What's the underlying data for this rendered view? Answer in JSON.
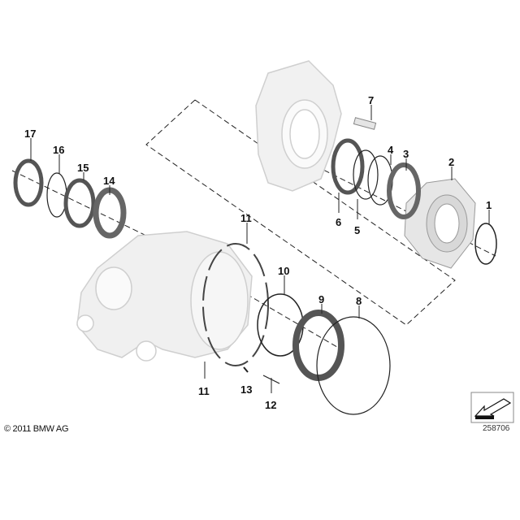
{
  "diagram": {
    "part_labels": [
      {
        "id": "17",
        "text": "17"
      },
      {
        "id": "16",
        "text": "16"
      },
      {
        "id": "15",
        "text": "15"
      },
      {
        "id": "14",
        "text": "14"
      },
      {
        "id": "7",
        "text": "7"
      },
      {
        "id": "4",
        "text": "4"
      },
      {
        "id": "3",
        "text": "3"
      },
      {
        "id": "2",
        "text": "2"
      },
      {
        "id": "1",
        "text": "1"
      },
      {
        "id": "6",
        "text": "6"
      },
      {
        "id": "5",
        "text": "5"
      },
      {
        "id": "11a",
        "text": "11"
      },
      {
        "id": "10",
        "text": "10"
      },
      {
        "id": "9",
        "text": "9"
      },
      {
        "id": "8",
        "text": "8"
      },
      {
        "id": "11b",
        "text": "11"
      },
      {
        "id": "13",
        "text": "13"
      },
      {
        "id": "12",
        "text": "12"
      }
    ],
    "copyright": "© 2011 BMW AG",
    "reference_number": "258706",
    "nav_icon": "arrow-down-left-icon"
  }
}
